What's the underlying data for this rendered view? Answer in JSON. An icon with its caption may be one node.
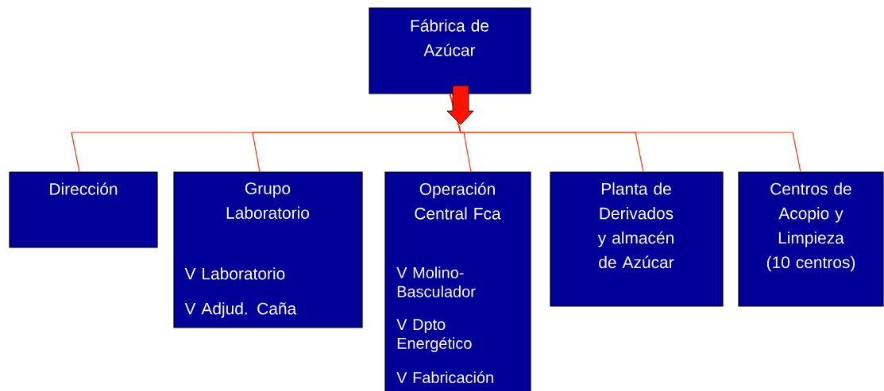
{
  "diagram": {
    "nodes": [
      {
        "text": [
          "Fábrica de Azúcar"
        ]
      },
      {
        "text": [
          "Dirección"
        ]
      },
      {
        "text": [
          "Grupo Laboratorio",
          "V Laboratorio",
          "V Adjud. Caña"
        ]
      },
      {
        "text": [
          "Operación Central Fca",
          "V Molino-Basculador",
          "V Dpto Energético",
          "V Fabricación"
        ]
      },
      {
        "text": [
          "Planta de Derivados y almacén de Azúcar"
        ]
      },
      {
        "text": [
          "Centros de Acopio y Limpieza (10 centros)"
        ]
      }
    ],
    "edges": [
      {
        "from": 0,
        "to": 1,
        "arrow": "none",
        "color": "#ff3300"
      },
      {
        "from": 0,
        "to": 2,
        "arrow": "none",
        "color": "#ff3300"
      },
      {
        "from": 0,
        "to": 3,
        "arrow": "none",
        "color": "#ff3300"
      },
      {
        "from": 0,
        "to": 4,
        "arrow": "none",
        "color": "#ff3300"
      },
      {
        "from": 0,
        "to": 5,
        "arrow": "none",
        "color": "#ff3300"
      }
    ]
  }
}
